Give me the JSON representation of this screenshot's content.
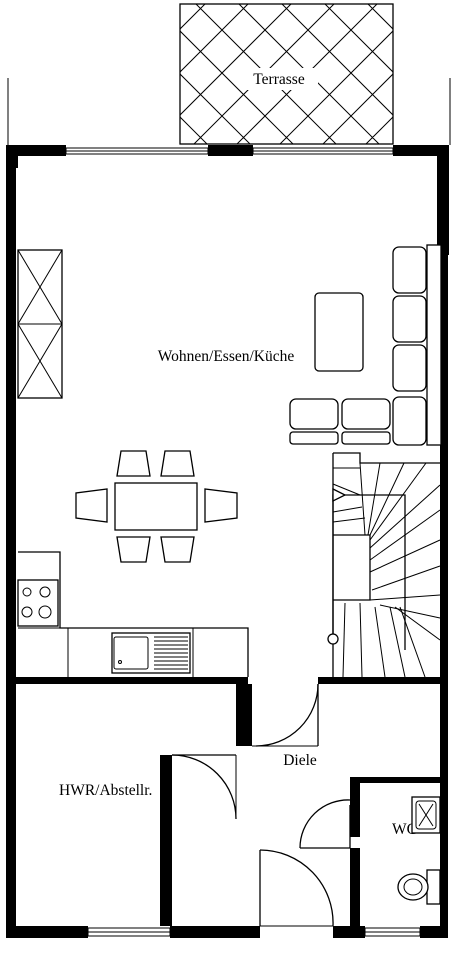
{
  "floor_plan": {
    "rooms": {
      "terrace": "Terrasse",
      "living": "Wohnen/Essen/Küche",
      "hallway": "Diele",
      "utility": "HWR/Abstellr.",
      "wc": "WC"
    }
  }
}
